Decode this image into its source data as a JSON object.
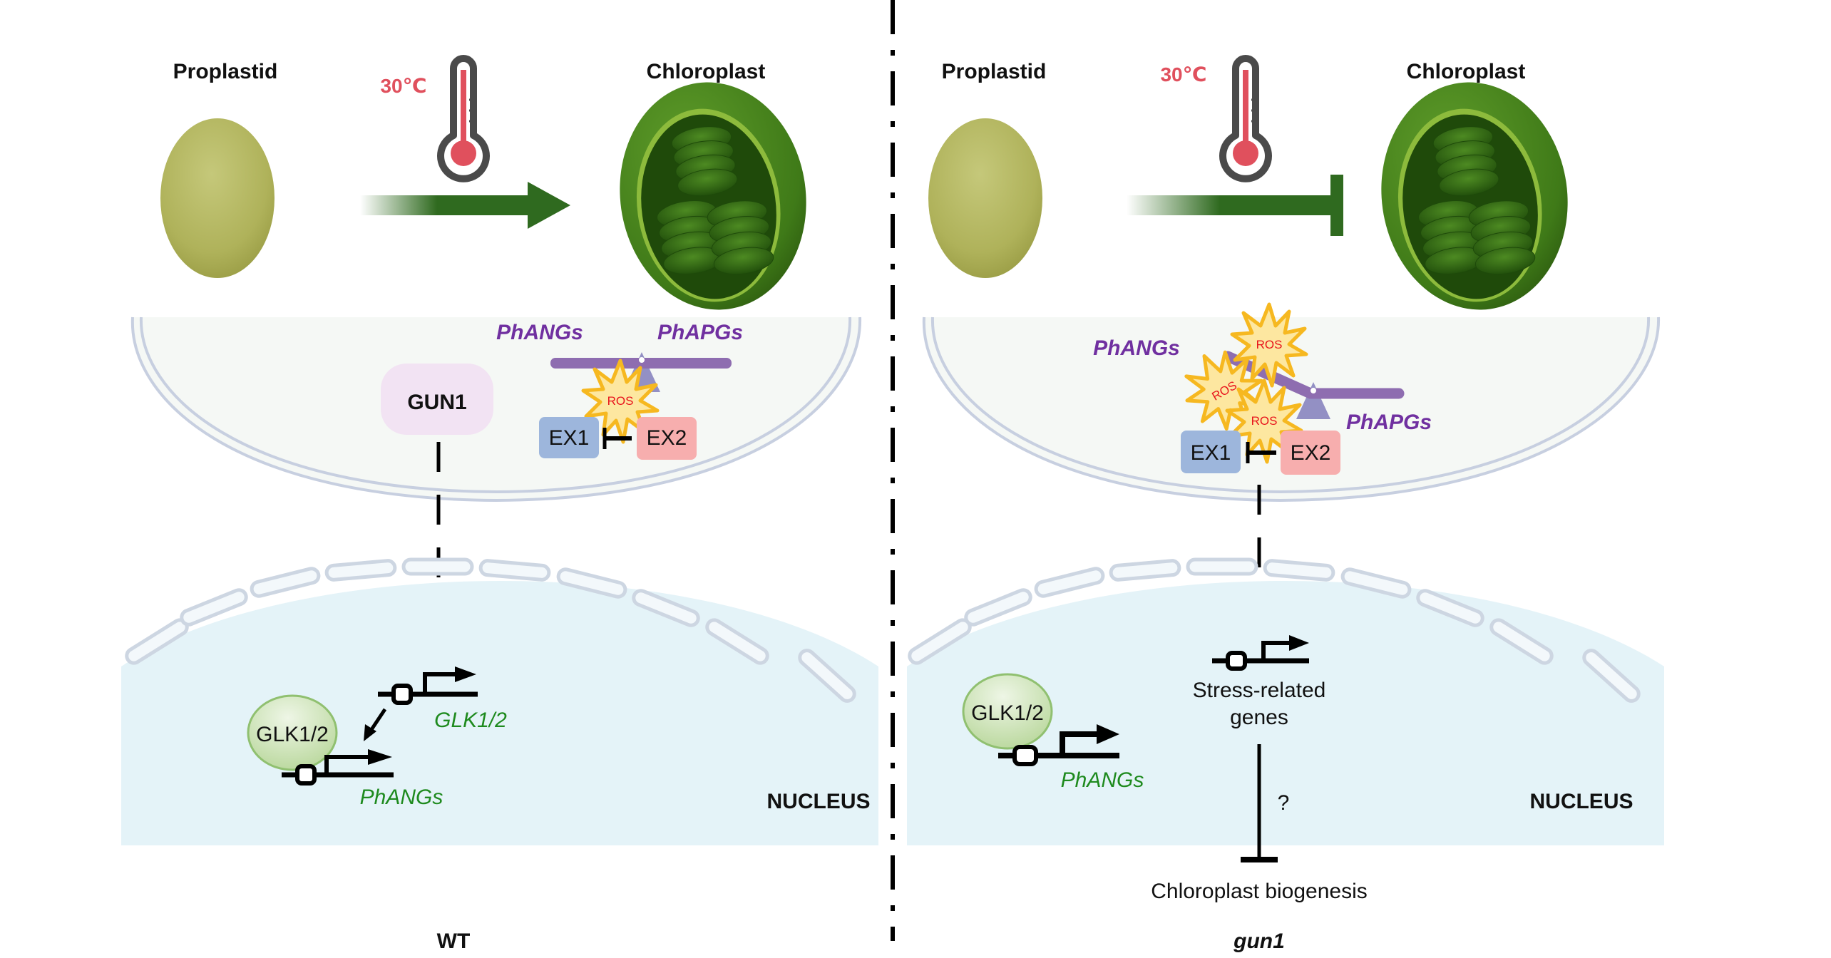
{
  "colors": {
    "proplastid": "#b5b862",
    "chloroplast_outer": "#4f8a1f",
    "chloroplast_inner": "#2d5e12",
    "arrow_green": "#2f6a1f",
    "thermometer_body": "#4a4a4a",
    "thermometer_mercury": "#e0505d",
    "temp_text": "#e0505d",
    "membrane": "#c7cfe0",
    "chloroplast_fill": "#f5f8f5",
    "nucleus_fill": "#e4f3f8",
    "nuclear_pore": "#cdd6e2",
    "balance_bar": "#8e6db0",
    "balance_fulcrum": "#9390c4",
    "ros_burst": "#f6b820",
    "ros_fill": "#fde7a0",
    "ros_text": "#e8141c",
    "ex1_fill": "#9db6dc",
    "ex2_fill": "#f7aeae",
    "gun1_fill": "#f2e3f3",
    "glk_fill": "#c8e0b0",
    "glk_stroke": "#90c070",
    "gene_label_green": "#1e8a1e",
    "purple_label": "#7030a0",
    "divider": "#000000"
  },
  "panels": {
    "wt": {
      "genotype_label": "WT",
      "proplastid_label": "Proplastid",
      "chloroplast_label": "Chloroplast",
      "temperature_label": "30℃",
      "transition_type": "promotes",
      "chloroplast_compartment": {
        "balance_left_label": "PhANGs",
        "balance_right_label": "PhAPGs",
        "balance_state": "balanced",
        "gun1_label": "GUN1",
        "ex1_label": "EX1",
        "ex2_label": "EX2",
        "ros_labels": [
          "ROS"
        ]
      },
      "nucleus": {
        "label": "NUCLEUS",
        "glk_protein_label": "GLK1/2",
        "glk_gene_label": "GLK1/2",
        "phang_gene_label": "PhANGs"
      }
    },
    "gun1": {
      "genotype_label": "gun1",
      "proplastid_label": "Proplastid",
      "chloroplast_label": "Chloroplast",
      "temperature_label": "30℃",
      "transition_type": "inhibits",
      "chloroplast_compartment": {
        "balance_left_label": "PhANGs",
        "balance_right_label": "PhAPGs",
        "balance_state": "tilted",
        "ex1_label": "EX1",
        "ex2_label": "EX2",
        "ros_labels": [
          "ROS",
          "ROS",
          "ROS"
        ]
      },
      "nucleus": {
        "label": "NUCLEUS",
        "glk_protein_label": "GLK1/2",
        "phang_gene_label": "PhANGs",
        "stress_genes_label_line1": "Stress-related",
        "stress_genes_label_line2": "genes",
        "question_mark": "?",
        "outcome_label": "Chloroplast biogenesis"
      }
    }
  }
}
